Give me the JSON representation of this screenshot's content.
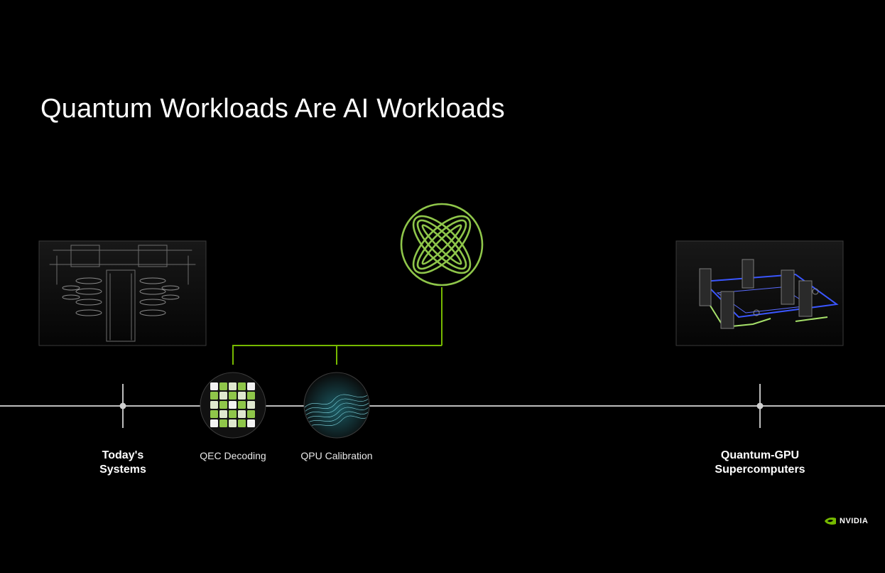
{
  "slide": {
    "title": "Quantum Workloads Are AI Workloads"
  },
  "timeline": {
    "todays_systems": {
      "line1": "Today's",
      "line2": "Systems"
    },
    "qec_decoding": "QEC Decoding",
    "qpu_calibration": "QPU Calibration",
    "quantum_gpu": {
      "line1": "Quantum-GPU",
      "line2": "Supercomputers"
    }
  },
  "branding": {
    "logo_text": "NVIDIA",
    "accent_color": "#76b900"
  }
}
